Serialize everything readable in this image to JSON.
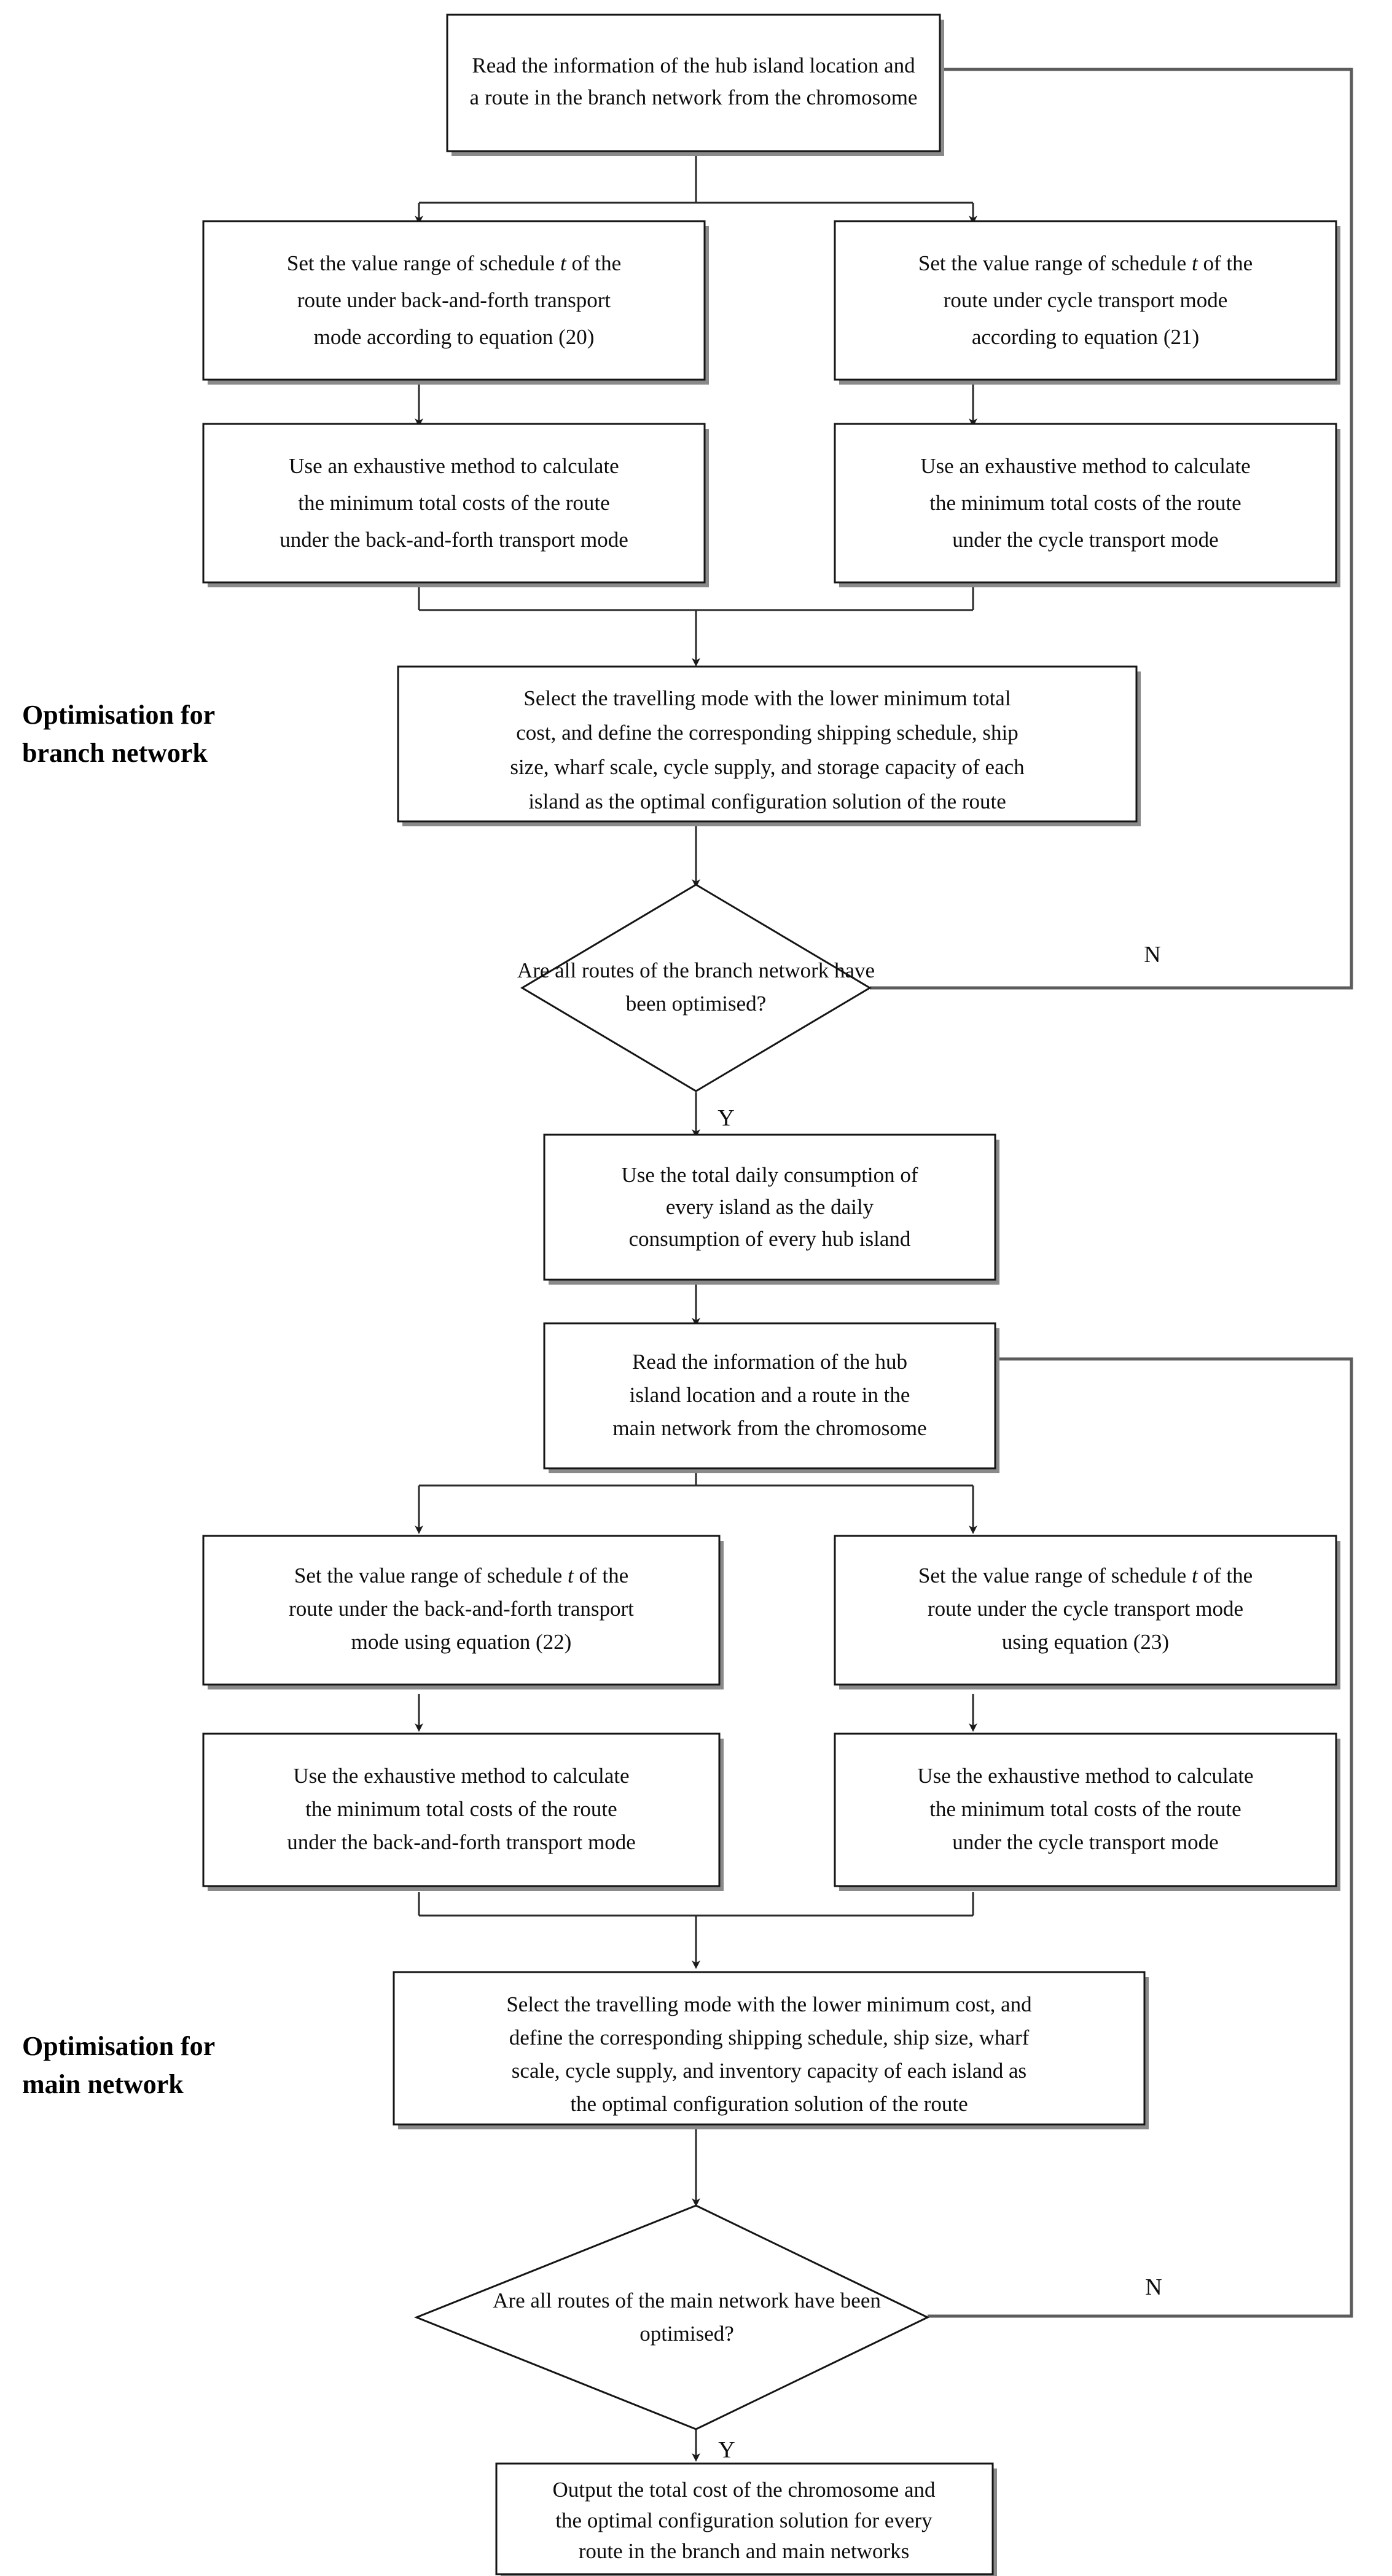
{
  "diagram": {
    "type": "flowchart",
    "orientation": "top-to-bottom",
    "title": "",
    "sections": [
      {
        "id": "branch",
        "label_line1": "Optimisation for",
        "label_line2": "branch network"
      },
      {
        "id": "main",
        "label_line1": "Optimisation for",
        "label_line2": "main network"
      }
    ],
    "nodes": [
      {
        "id": "read-branch",
        "shape": "process",
        "lines": [
          "Read the information of the hub island location and",
          "a route in the branch network from the chromosome"
        ]
      },
      {
        "id": "set-range-baf-branch",
        "shape": "process",
        "lines": [
          "Set the value range of schedule |t| of the",
          "route under back-and-forth transport",
          "mode according to equation (20)"
        ]
      },
      {
        "id": "set-range-cycle-branch",
        "shape": "process",
        "lines": [
          "Set the value range of schedule |t| of the",
          "route under cycle transport mode",
          "according to equation (21)"
        ]
      },
      {
        "id": "exhaustive-baf-branch",
        "shape": "process",
        "lines": [
          "Use an exhaustive method to calculate",
          "the minimum total costs of the route",
          "under the back-and-forth transport mode"
        ]
      },
      {
        "id": "exhaustive-cycle-branch",
        "shape": "process",
        "lines": [
          "Use an exhaustive method to calculate",
          "the minimum total costs of the route",
          "under the cycle transport mode"
        ]
      },
      {
        "id": "select-mode-branch",
        "shape": "process",
        "lines": [
          "Select the travelling mode with the lower minimum total",
          "cost, and define the corresponding shipping schedule, ship",
          "size, wharf scale, cycle supply, and storage capacity of each",
          "island as the optimal configuration solution of the route"
        ]
      },
      {
        "id": "decision-branch",
        "shape": "decision",
        "lines": [
          "Are all routes of the branch network have",
          "been optimised?"
        ]
      },
      {
        "id": "daily-consumption",
        "shape": "process",
        "lines": [
          "Use the total daily consumption of",
          "every island as the daily",
          "consumption of every hub island"
        ]
      },
      {
        "id": "read-main",
        "shape": "process",
        "lines": [
          "Read the information of the hub",
          "island location and a route in the",
          "main network from the chromosome"
        ]
      },
      {
        "id": "set-range-baf-main",
        "shape": "process",
        "lines": [
          "Set the value range of schedule |t| of the",
          "route under the back-and-forth transport",
          "mode using equation (22)"
        ]
      },
      {
        "id": "set-range-cycle-main",
        "shape": "process",
        "lines": [
          "Set the value range of schedule |t| of the",
          "route under the cycle transport mode",
          "using equation (23)"
        ]
      },
      {
        "id": "exhaustive-baf-main",
        "shape": "process",
        "lines": [
          "Use the exhaustive method to calculate",
          "the minimum total costs of the route",
          "under the back-and-forth transport mode"
        ]
      },
      {
        "id": "exhaustive-cycle-main",
        "shape": "process",
        "lines": [
          "Use the exhaustive method to calculate",
          "the minimum total costs of the route",
          "under the cycle transport mode"
        ]
      },
      {
        "id": "select-mode-main",
        "shape": "process",
        "lines": [
          "Select the travelling mode with the lower minimum cost, and",
          "define the corresponding shipping schedule, ship size, wharf",
          "scale, cycle supply, and inventory capacity of each island as",
          "the optimal configuration solution of the route"
        ]
      },
      {
        "id": "decision-main",
        "shape": "decision",
        "lines": [
          "Are all routes of the main network have been",
          "optimised?"
        ]
      },
      {
        "id": "output",
        "shape": "process",
        "lines": [
          "Output the total cost of the chromosome and",
          "the optimal configuration solution for every",
          "route in the branch and main networks"
        ]
      }
    ],
    "edge_labels": {
      "branch_no": "N",
      "branch_yes": "Y",
      "main_no": "N",
      "main_yes": "Y"
    },
    "colors": {
      "stroke": "#151515",
      "shadow": "#8a8a8a",
      "background": "#ffffff",
      "text": "#0d0d0d"
    }
  }
}
